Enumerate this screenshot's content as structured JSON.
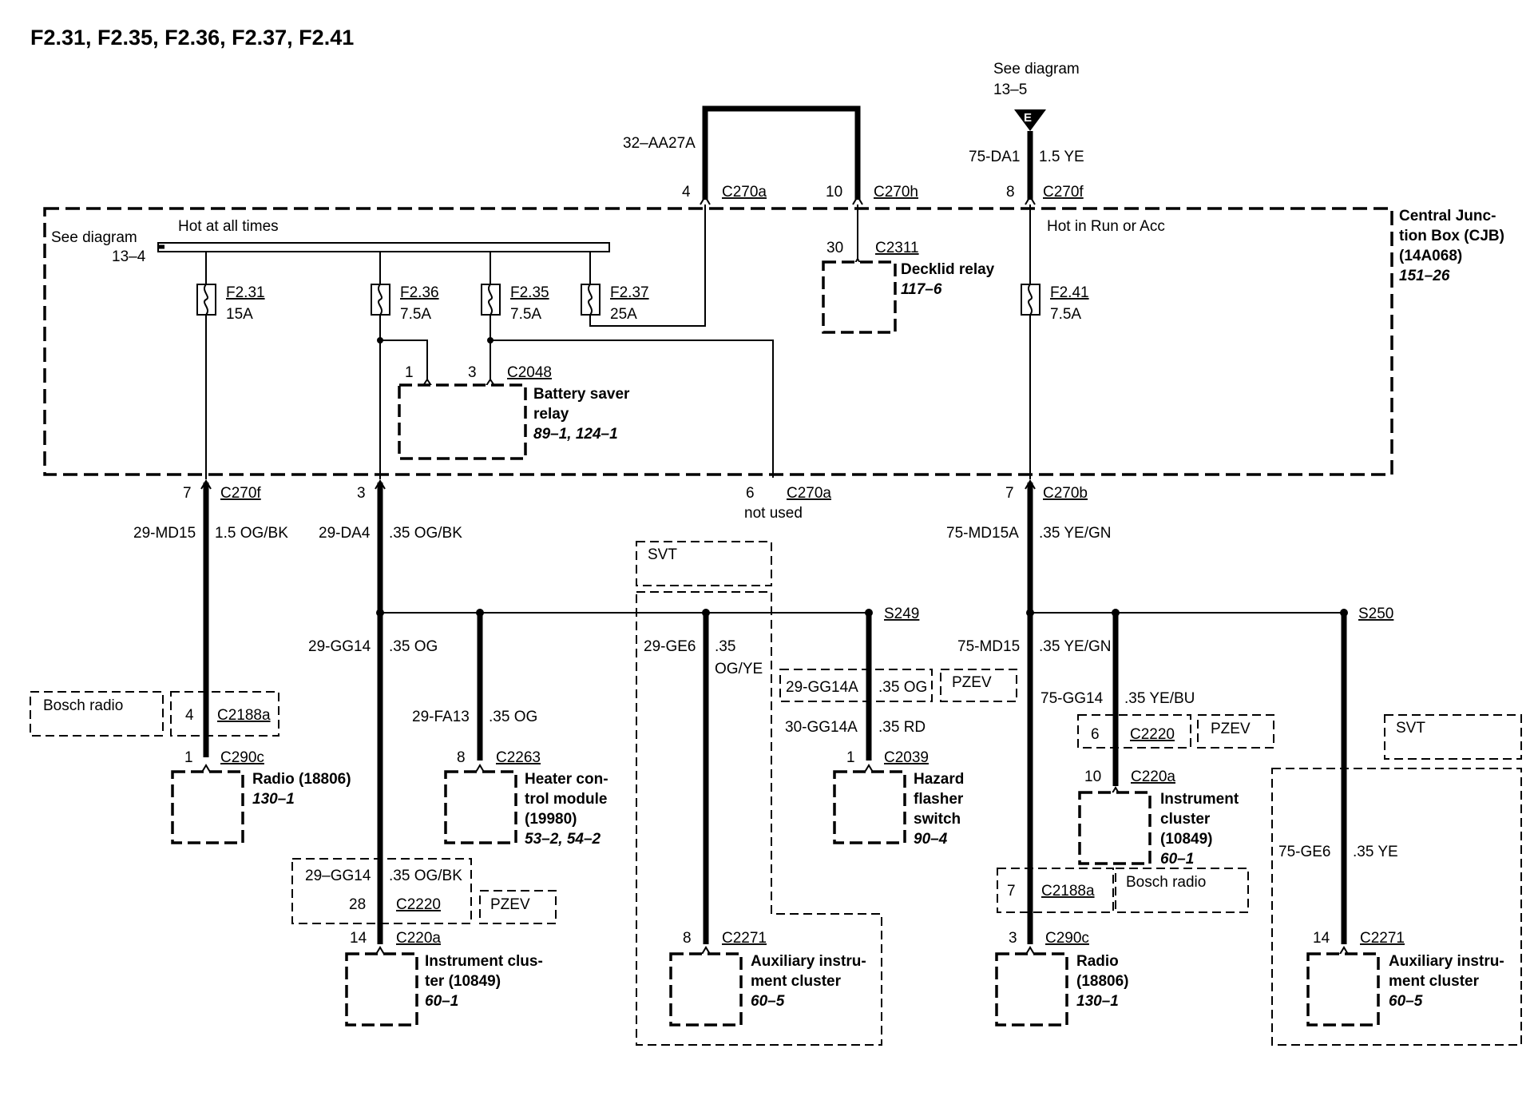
{
  "title": "F2.31, F2.35, F2.36, F2.37, F2.41",
  "top": {
    "see_diagram_right_1": "See diagram",
    "see_diagram_right_2": "13–5",
    "arrow_letter": "E",
    "wire_32": "32–AA27A",
    "wire_75_da1": "75-DA1",
    "wire_75_da1_size": "1.5 YE"
  },
  "cjb": {
    "name_1": "Central Junc-",
    "name_2": "tion Box (CJB)",
    "name_3": "(14A068)",
    "ref": "151–26",
    "see_diagram_1": "See diagram",
    "see_diagram_2": "13–4",
    "hot_all": "Hot at all times",
    "hot_run": "Hot in Run or Acc",
    "pins": {
      "p4": "4",
      "c270a": "C270a",
      "p10": "10",
      "c270h": "C270h",
      "p8": "8",
      "c270f_top": "C270f",
      "p30": "30",
      "c2311": "C2311",
      "p1": "1",
      "p3": "3",
      "c2048": "C2048"
    },
    "fuses": {
      "f231": "F2.31",
      "f231_a": "15A",
      "f236": "F2.36",
      "f236_a": "7.5A",
      "f235": "F2.35",
      "f235_a": "7.5A",
      "f237": "F2.37",
      "f237_a": "25A",
      "f241": "F2.41",
      "f241_a": "7.5A"
    },
    "decklid_name": "Decklid relay",
    "decklid_ref": "117–6",
    "bsr_name_1": "Battery saver",
    "bsr_name_2": "relay",
    "bsr_ref": "89–1, 124–1"
  },
  "bottom_pins": {
    "p7a": "7",
    "c270f": "C270f",
    "p3": "3",
    "p6": "6",
    "c270a": "C270a",
    "not_used": "not used",
    "p7b": "7",
    "c270b": "C270b"
  },
  "wires": {
    "md15": "29-MD15",
    "md15_size": "1.5 OG/BK",
    "da4": "29-DA4",
    "da4_size": ".35 OG/BK",
    "md15a": "75-MD15A",
    "md15a_size": ".35 YE/GN",
    "gg14": "29-GG14",
    "gg14_size": ".35 OG",
    "fa13": "29-FA13",
    "fa13_size": ".35 OG",
    "ge6": "29-GE6",
    "ge6_size_1": ".35",
    "ge6_size_2": "OG/YE",
    "gg14a": "29-GG14A",
    "gg14a_size": ".35 OG",
    "gg14a30": "30-GG14A",
    "gg14a30_size": ".35 RD",
    "md15_75": "75-MD15",
    "md15_75_size": ".35 YE/GN",
    "gg14_75": "75-GG14",
    "gg14_75_size": ".35 YE/BU",
    "ge6_75": "75-GE6",
    "ge6_75_size": ".35 YE",
    "gg14_box": "29–GG14",
    "gg14_box_size": ".35 OG/BK"
  },
  "splices": {
    "s249": "S249",
    "s250": "S250"
  },
  "options": {
    "svt_1": "SVT",
    "svt_2": "SVT",
    "pzev_1": "PZEV",
    "pzev_2": "PZEV",
    "pzev_3": "PZEV",
    "bosch_1": "Bosch radio",
    "bosch_2": "Bosch radio"
  },
  "connectors": {
    "c2188a_1_pin": "4",
    "c2188a_1": "C2188a",
    "c2188a_2_pin": "7",
    "c2188a_2": "C2188a",
    "c2220_1_pin": "28",
    "c2220_1": "C2220",
    "c2220_2_pin": "6",
    "c2220_2": "C2220"
  },
  "components": {
    "radio1": {
      "pin": "1",
      "conn": "C290c",
      "name_1": "Radio (18806)",
      "ref": "130–1"
    },
    "heater": {
      "pin": "8",
      "conn": "C2263",
      "name_1": "Heater con-",
      "name_2": "trol module",
      "name_3": "(19980)",
      "ref": "53–2, 54–2"
    },
    "hazard": {
      "pin": "1",
      "conn": "C2039",
      "name_1": "Hazard",
      "name_2": "flasher",
      "name_3": "switch",
      "ref": "90–4"
    },
    "ic1": {
      "pin": "14",
      "conn": "C220a",
      "name_1": "Instrument clus-",
      "name_2": "ter (10849)",
      "ref": "60–1"
    },
    "aux1": {
      "pin": "8",
      "conn": "C2271",
      "name_1": "Auxiliary instru-",
      "name_2": "ment cluster",
      "ref": "60–5"
    },
    "ic2": {
      "pin": "10",
      "conn": "C220a",
      "name_1": "Instrument",
      "name_2": "cluster",
      "name_3": "(10849)",
      "ref": "60–1"
    },
    "radio2": {
      "pin": "3",
      "conn": "C290c",
      "name_1": "Radio",
      "name_2": "(18806)",
      "ref": "130–1"
    },
    "aux2": {
      "pin": "14",
      "conn": "C2271",
      "name_1": "Auxiliary instru-",
      "name_2": "ment cluster",
      "ref": "60–5"
    }
  }
}
